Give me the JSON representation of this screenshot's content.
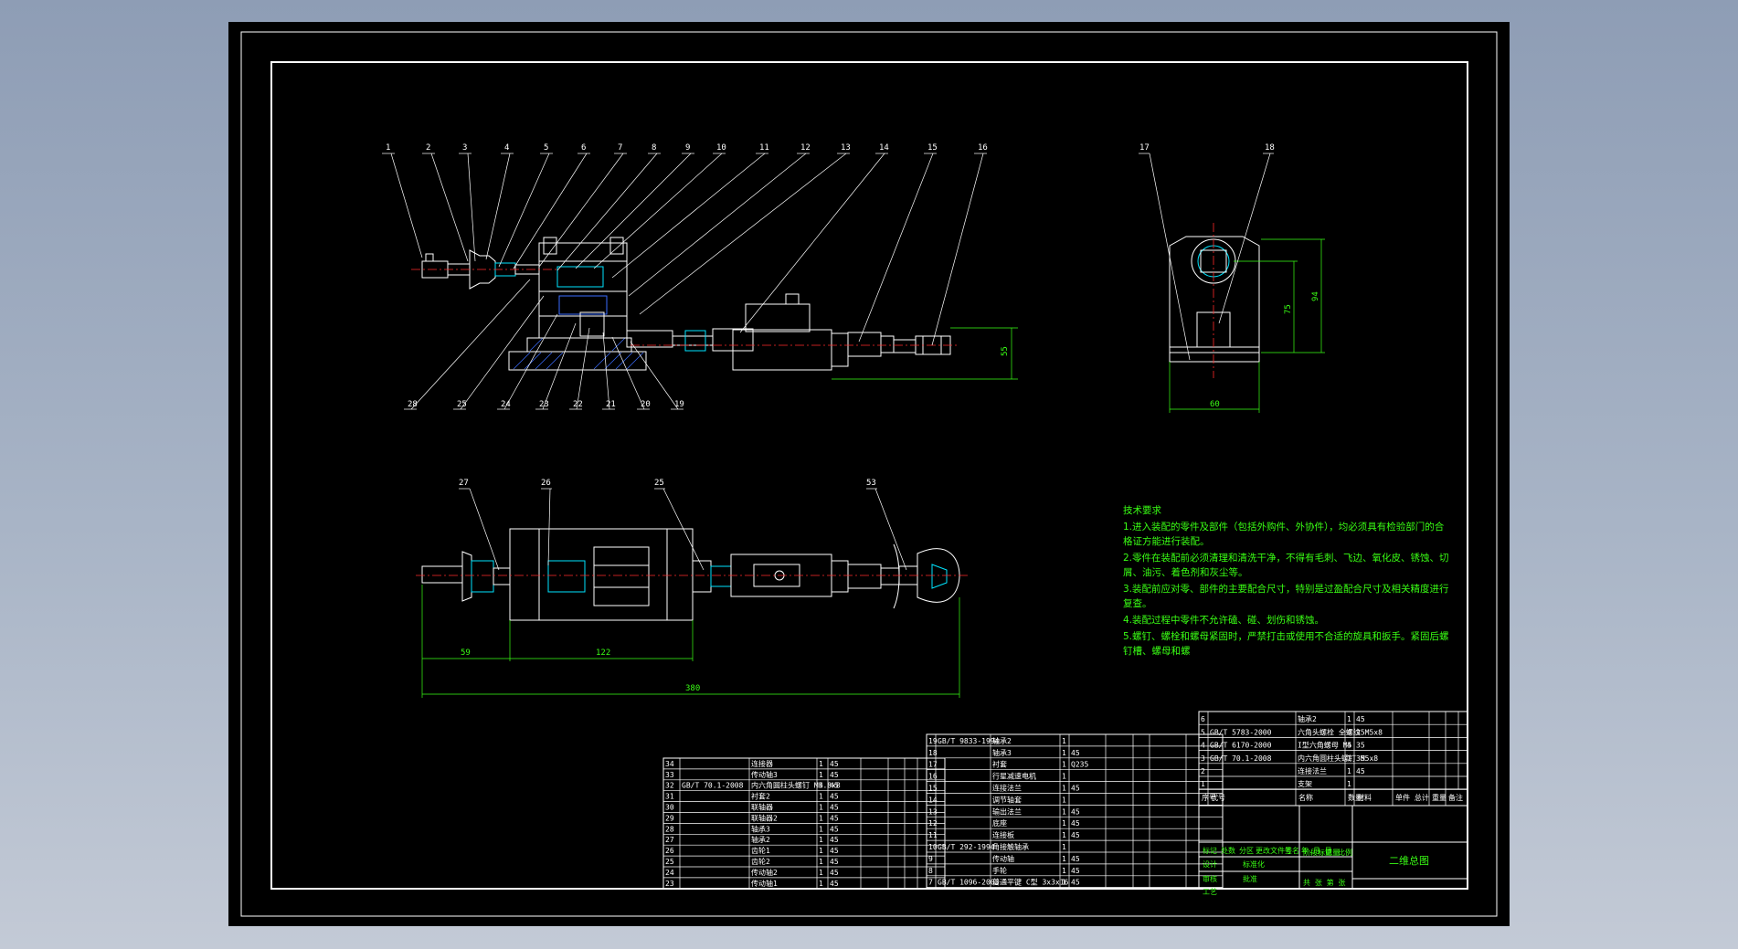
{
  "colors": {
    "background": "#000000",
    "outline": "#ffffff",
    "dimension": "#39ff14",
    "centerline": "#ff2a2a",
    "section": "#3a6cff",
    "highlight": "#00e5ff",
    "title": "#39ff14"
  },
  "balloons_front": [
    "1",
    "2",
    "3",
    "4",
    "5",
    "6",
    "7",
    "8",
    "9",
    "10",
    "11",
    "12",
    "13",
    "14",
    "15",
    "16"
  ],
  "balloons_bottom": [
    "28",
    "25",
    "24",
    "23",
    "22",
    "21",
    "20",
    "19"
  ],
  "balloons_side": [
    "17",
    "18"
  ],
  "balloons_top": [
    "27",
    "26",
    "25",
    "53"
  ],
  "dims": {
    "front_height": "55",
    "side_width": "60",
    "side_height_a": "75",
    "side_height_b": "94",
    "top_left": "59",
    "top_mid": "122",
    "top_total": "380"
  },
  "notes": {
    "heading": "技术要求",
    "lines": [
      "1.进入装配的零件及部件（包括外购件、外协件），均必须具有检验部门的合",
      "格证方能进行装配。",
      "2.零件在装配前必须清理和清洗干净，不得有毛刺、飞边、氧化皮、锈蚀、切",
      "屑、油污、着色剂和灰尘等。",
      "3.装配前应对零、部件的主要配合尺寸，特别是过盈配合尺寸及相关精度进行",
      "复查。",
      "4.装配过程中零件不允许磕、碰、划伤和锈蚀。",
      "5.螺钉、螺栓和螺母紧固时，严禁打击或使用不合适的旋具和扳手。紧固后螺",
      "钉槽、螺母和螺"
    ]
  },
  "bom_left": [
    [
      "34",
      "",
      "连接器",
      "1",
      "45"
    ],
    [
      "33",
      "",
      "传动轴3",
      "1",
      "45"
    ],
    [
      "32",
      "GB/T 70.1-2008",
      "内六角圆柱头螺钉 M5.8x8",
      "4",
      "45"
    ],
    [
      "31",
      "",
      "衬套2",
      "1",
      "45"
    ],
    [
      "30",
      "",
      "联轴器",
      "1",
      "45"
    ],
    [
      "29",
      "",
      "联轴器2",
      "1",
      "45"
    ],
    [
      "28",
      "",
      "轴承3",
      "1",
      "45"
    ],
    [
      "27",
      "",
      "轴承2",
      "1",
      "45"
    ],
    [
      "26",
      "",
      "齿轮1",
      "1",
      "45"
    ],
    [
      "25",
      "",
      "齿轮2",
      "1",
      "45"
    ],
    [
      "24",
      "",
      "传动轴2",
      "1",
      "45"
    ],
    [
      "23",
      "",
      "传动轴1",
      "1",
      "45"
    ]
  ],
  "bom_mid": [
    [
      "19",
      "GB/T 9833-1994",
      "轴承2",
      "1",
      ""
    ],
    [
      "18",
      "",
      "轴承3",
      "1",
      "45"
    ],
    [
      "17",
      "",
      "衬套",
      "1",
      "Q235"
    ],
    [
      "16",
      "",
      "行星减速电机",
      "1",
      ""
    ],
    [
      "15",
      "",
      "连接法兰",
      "1",
      "45"
    ],
    [
      "14",
      "",
      "调节轴套",
      "1",
      ""
    ],
    [
      "13",
      "",
      "输出法兰",
      "1",
      "45"
    ],
    [
      "12",
      "",
      "底座",
      "1",
      "45"
    ],
    [
      "11",
      "",
      "连接板",
      "1",
      "45"
    ],
    [
      "10",
      "GB/T 292-1994",
      "角接触轴承",
      "1",
      ""
    ],
    [
      "9",
      "",
      "传动轴",
      "1",
      "45"
    ],
    [
      "8",
      "",
      "手轮",
      "1",
      "45"
    ],
    [
      "7",
      "GB/T 1096-2003",
      "普通平键 C型 3x3x16",
      "1",
      "45"
    ]
  ],
  "bom_right": [
    [
      "6",
      "",
      "轴承2",
      "1",
      "45"
    ],
    [
      "5",
      "GB/T 5783-2000",
      "六角头螺栓 全螺纹 M5x8",
      "4",
      "35"
    ],
    [
      "4",
      "GB/T 6170-2000",
      "I型六角螺母 M5",
      "4",
      "35"
    ],
    [
      "3",
      "GB/T 70.1-2008",
      "内六角圆柱头螺钉 M5x8",
      "1",
      "35"
    ],
    [
      "2",
      "",
      "连接法兰",
      "1",
      "45"
    ],
    [
      "1",
      "",
      "支架",
      "1",
      ""
    ]
  ],
  "bom_header": {
    "no": "序号",
    "code": "代号",
    "name": "名称",
    "qty": "数量",
    "material": "材料",
    "weight": "单件 总计",
    "weight2": "重量",
    "remark": "备注"
  },
  "title_block": {
    "drawing_name": "二维总图",
    "labels": [
      "标记",
      "处数",
      "分区",
      "更改文件号",
      "签名",
      "年.月.日"
    ],
    "design": "设计",
    "standard": "标准化",
    "check": "审核",
    "process": "工艺",
    "approve": "批准",
    "stage": "阶段标记",
    "weight": "重量",
    "scale": "比例",
    "sheets": "共 张 第 张"
  }
}
